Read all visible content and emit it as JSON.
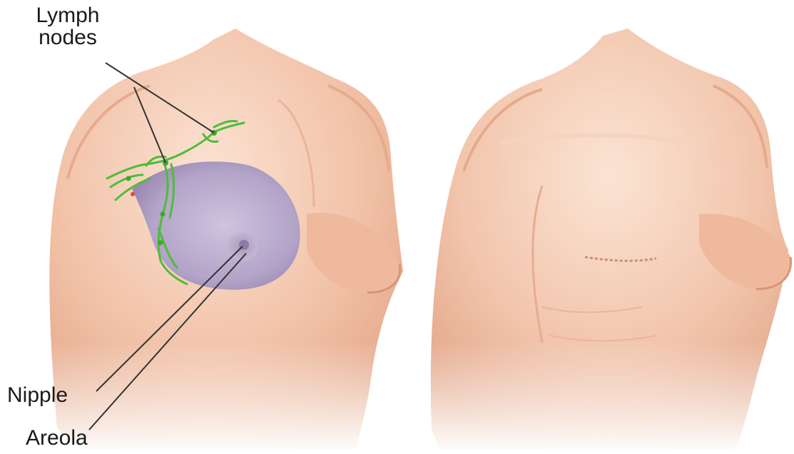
{
  "labels": {
    "lymph_nodes_line1": "Lymph",
    "lymph_nodes_line2": "nodes",
    "nipple": "Nipple",
    "areola": "Areola"
  },
  "colors": {
    "skin": "#f2c3a9",
    "skin_shadow": "#d99478",
    "breast_tissue": "#b4a6c9",
    "lymph_vessels": "#4dbd3a",
    "leader_lines": "#333333"
  }
}
